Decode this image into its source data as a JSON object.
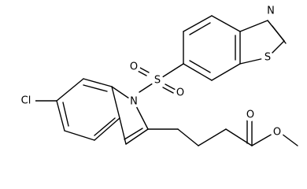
{
  "structure": {
    "atoms": {
      "n_thiazole": "N",
      "s_thiazole": "S",
      "s_sulfonyl": "S",
      "o_sulfonyl_left": "O",
      "o_sulfonyl_right": "O",
      "n_indole": "N",
      "cl": "Cl",
      "o_carbonyl": "O",
      "o_ester": "O"
    }
  }
}
